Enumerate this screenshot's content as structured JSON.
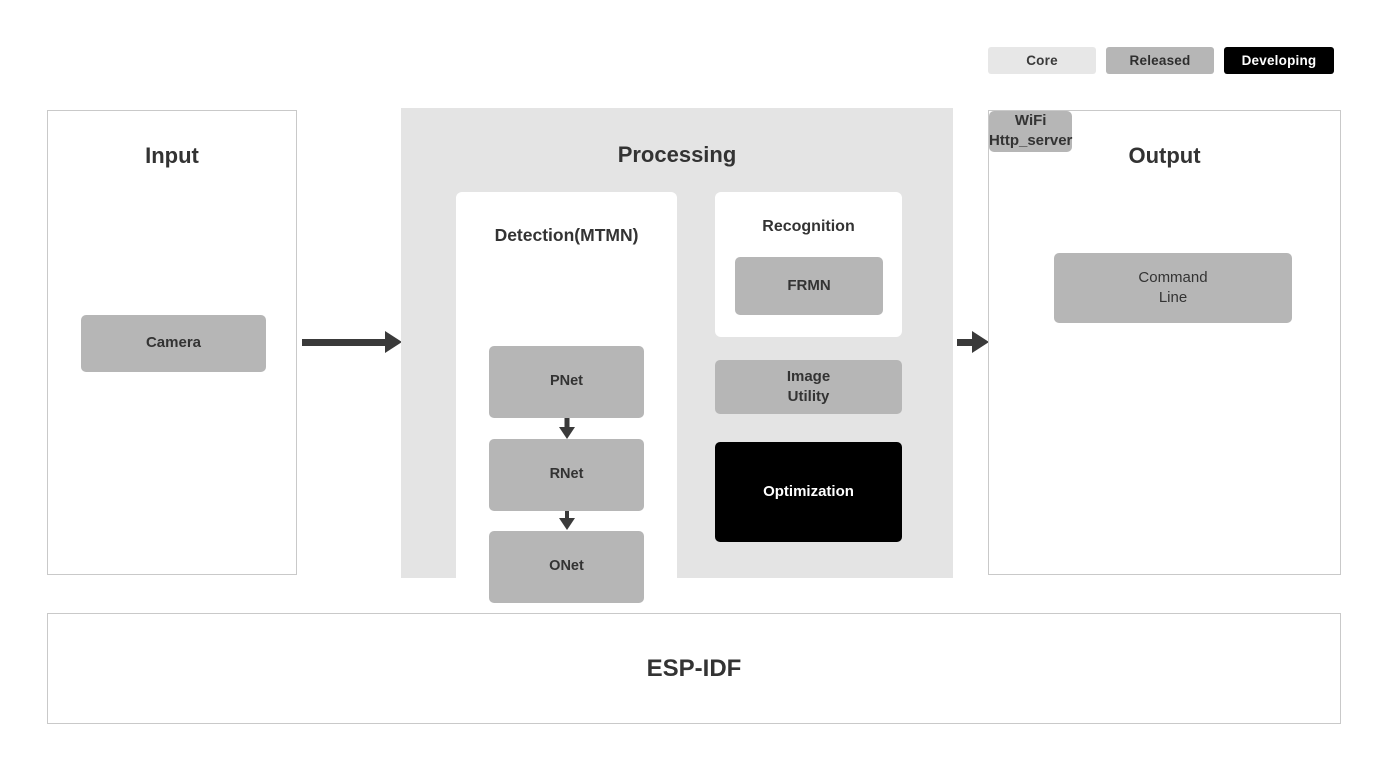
{
  "legend": {
    "items": [
      {
        "label": "Core",
        "color": "#e7e7e7",
        "text_color": "#3a3a3a"
      },
      {
        "label": "Released",
        "color": "#b6b6b6",
        "text_color": "#2e2e2e"
      },
      {
        "label": "Developing",
        "color": "#000000",
        "text_color": "#ffffff"
      }
    ]
  },
  "input": {
    "title": "Input",
    "boxes": [
      {
        "label": "Camera",
        "status": "Released"
      }
    ]
  },
  "processing": {
    "title": "Processing",
    "detection": {
      "title": "Detection(MTMN)",
      "boxes": [
        {
          "label": "PNet",
          "status": "Released"
        },
        {
          "label": "RNet",
          "status": "Released"
        },
        {
          "label": "ONet",
          "status": "Released"
        }
      ]
    },
    "recognition": {
      "title": "Recognition",
      "boxes": [
        {
          "label": "FRMN",
          "status": "Released"
        }
      ]
    },
    "boxes": [
      {
        "label": "Image\nUtility",
        "status": "Released"
      },
      {
        "label": "Optimization",
        "status": "Developing"
      }
    ]
  },
  "output": {
    "title": "Output",
    "boxes": [
      {
        "label": "Command\nLine",
        "status": "Released"
      },
      {
        "label": "WiFi\nHttp_server",
        "status": "Released"
      }
    ]
  },
  "foundation": {
    "label": "ESP-IDF"
  },
  "colors": {
    "released": "#b6b6b6",
    "core": "#e7e7e7",
    "developing": "#000000",
    "processing_bg": "#e4e4e4",
    "panel_border": "#c9c9c9",
    "text": "#333333",
    "arrow": "#3a3a3a"
  }
}
